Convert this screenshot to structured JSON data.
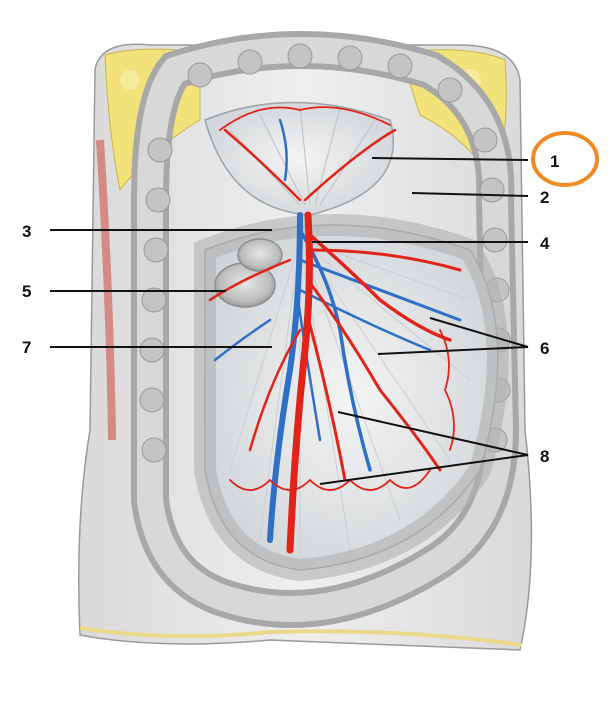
{
  "labels": [
    {
      "id": "1",
      "text": "1"
    },
    {
      "id": "2",
      "text": "2"
    },
    {
      "id": "3",
      "text": "3"
    },
    {
      "id": "4",
      "text": "4"
    },
    {
      "id": "5",
      "text": "5"
    },
    {
      "id": "6",
      "text": "6"
    },
    {
      "id": "7",
      "text": "7"
    },
    {
      "id": "8",
      "text": "8"
    }
  ],
  "colors": {
    "artery": "#e2231a",
    "vein": "#2f6fc8",
    "fat": "#f2e27a",
    "intestine": "#c9c9c9",
    "highlight_circle": "#f08a24"
  },
  "highlight": {
    "label": "1",
    "shape": "circle"
  }
}
